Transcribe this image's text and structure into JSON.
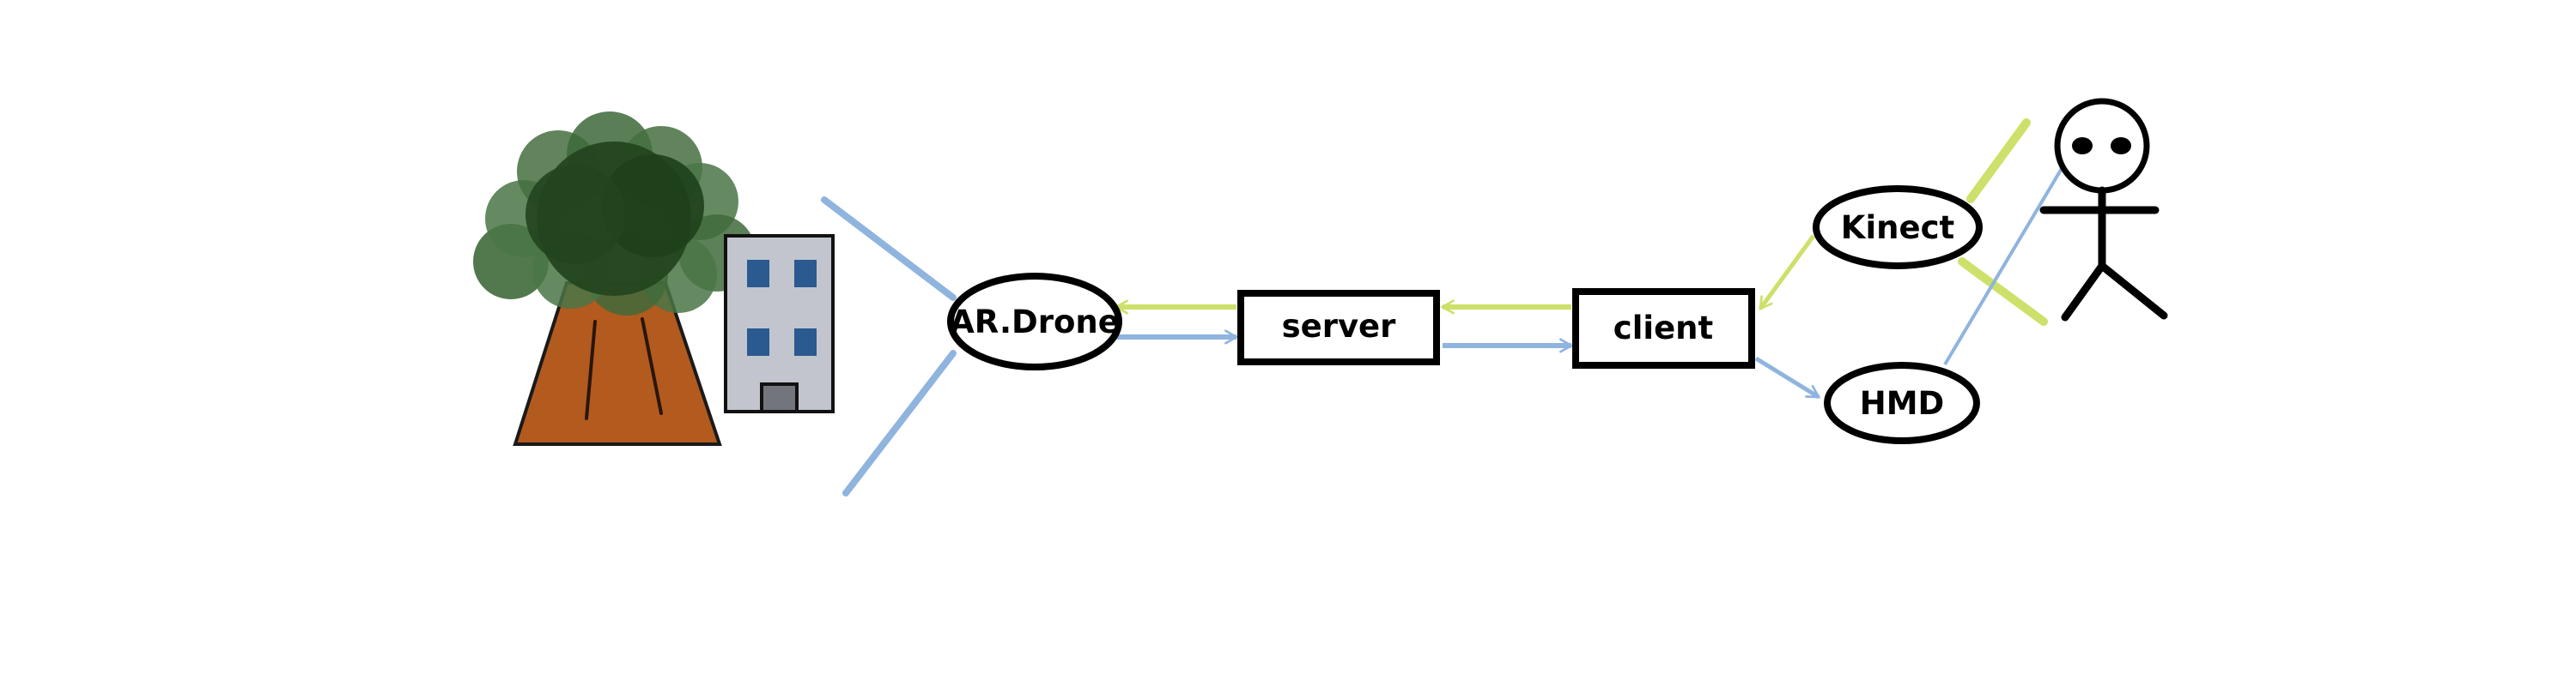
{
  "nodes": {
    "ardrone": "AR.Drone",
    "server": "server",
    "client": "client",
    "kinect": "Kinect",
    "hmd": "HMD"
  },
  "colors": {
    "video_stream": "#8fb4de",
    "tracking_stream": "#cde06a",
    "tree_trunk": "#b35a1f",
    "tree_foliage": "#2f5a2c",
    "building_wall": "#c2c5cd",
    "building_window": "#2a5a90",
    "building_door": "#72767c",
    "outline": "#000000"
  },
  "icons": [
    "tree-icon",
    "building-icon",
    "person-icon"
  ]
}
